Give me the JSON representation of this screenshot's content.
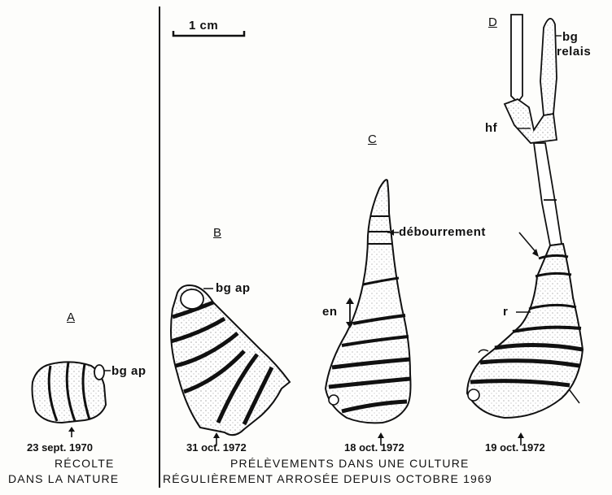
{
  "colors": {
    "ink": "#111111",
    "paper": "#fdfdfb",
    "stipple": "#2a2a2a"
  },
  "scale_bar": {
    "label": "1 cm"
  },
  "specimens": [
    {
      "id": "A",
      "letter": "A",
      "date": "23 sept. 1970",
      "labels": {
        "bud": "bg ap"
      }
    },
    {
      "id": "B",
      "letter": "B",
      "date": "31 oct. 1972",
      "labels": {
        "bud": "bg ap"
      }
    },
    {
      "id": "C",
      "letter": "C",
      "date": "18 oct. 1972",
      "labels": {
        "budbreak": "débourrement",
        "internode": "en"
      }
    },
    {
      "id": "D",
      "letter": "D",
      "date": "19 oct. 1972",
      "labels": {
        "relay_bud_1": "bg",
        "relay_bud_2": "relais",
        "hf": "hf",
        "r": "r"
      }
    }
  ],
  "captions": {
    "left_line1": "RÉCOLTE",
    "left_line2": "DANS LA NATURE",
    "right_line1": "PRÉLÈVEMENTS DANS UNE CULTURE",
    "right_line2": "RÉGULIÈREMENT ARROSÉE DEPUIS OCTOBRE 1969"
  }
}
